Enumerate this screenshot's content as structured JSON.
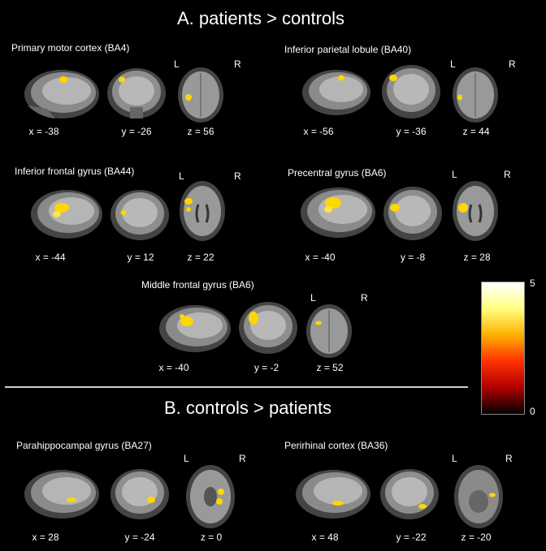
{
  "section_a": {
    "title": "A. patients > controls"
  },
  "section_b": {
    "title": "B. controls > patients"
  },
  "panels": [
    {
      "title": "Primary motor cortex (BA4)",
      "coords": [
        "x = -38",
        "y = -26",
        "z = 56"
      ],
      "left_label": "L",
      "right_label": "R"
    },
    {
      "title": "Inferior parietal lobule (BA40)",
      "coords": [
        "x = -56",
        "y = -36",
        "z = 44"
      ],
      "left_label": "L",
      "right_label": "R"
    },
    {
      "title": "Inferior frontal gyrus (BA44)",
      "coords": [
        "x = -44",
        "y = 12",
        "z = 22"
      ],
      "left_label": "L",
      "right_label": "R"
    },
    {
      "title": "Precentral gyrus (BA6)",
      "coords": [
        "x = -40",
        "y = -8",
        "z = 28"
      ],
      "left_label": "L",
      "right_label": "R"
    },
    {
      "title": "Middle frontal gyrus (BA6)",
      "coords": [
        "x = -40",
        "y = -2",
        "z = 52"
      ],
      "left_label": "L",
      "right_label": "R"
    },
    {
      "title": "Parahippocampal gyrus (BA27)",
      "coords": [
        "x = 28",
        "y = -24",
        "z = 0"
      ],
      "left_label": "L",
      "right_label": "R"
    },
    {
      "title": "Perirhinal cortex (BA36)",
      "coords": [
        "x = 48",
        "y = -22",
        "z = -20"
      ],
      "left_label": "L",
      "right_label": "R"
    }
  ],
  "colorbar": {
    "max_label": "5",
    "min_label": "0",
    "colors": [
      "#000000",
      "#b00000",
      "#ff3000",
      "#ffb000",
      "#ffff80",
      "#ffffff"
    ]
  }
}
